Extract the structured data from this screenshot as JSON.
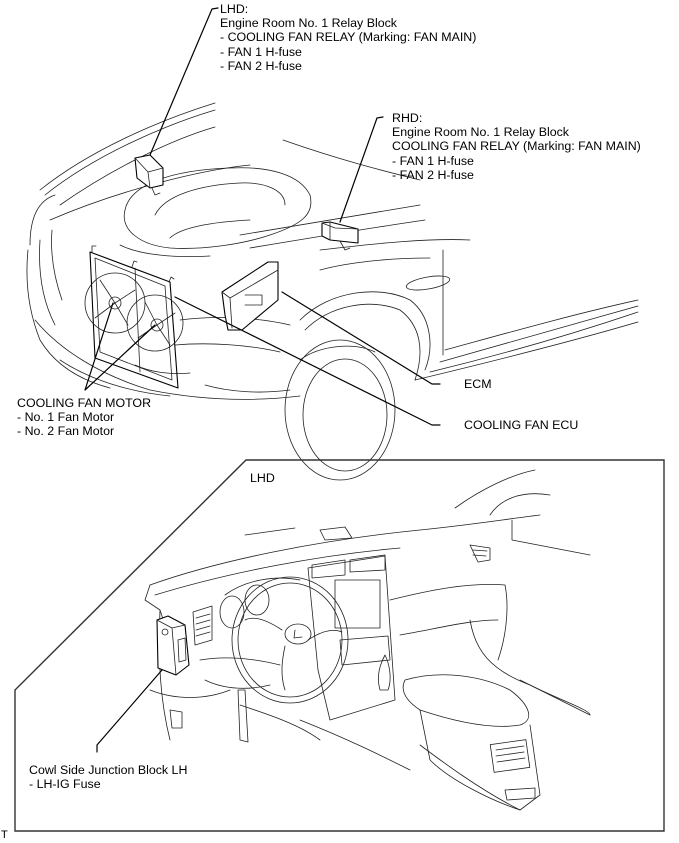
{
  "diagram": {
    "title": "Cooling Fan System Parts Location",
    "engine_room_view": {
      "callouts": {
        "lhd_relay_block": {
          "lines": [
            "LHD:",
            "Engine Room No. 1 Relay Block",
            "- COOLING FAN RELAY (Marking: FAN MAIN)",
            "- FAN 1 H-fuse",
            "- FAN 2 H-fuse"
          ]
        },
        "rhd_relay_block": {
          "lines": [
            "RHD:",
            "Engine Room No. 1 Relay Block",
            "COOLING FAN RELAY (Marking: FAN MAIN)",
            "- FAN 1 H-fuse",
            "- FAN 2 H-fuse"
          ]
        },
        "cooling_fan_motor": {
          "lines": [
            "COOLING FAN MOTOR",
            "- No. 1 Fan Motor",
            "- No. 2 Fan Motor"
          ]
        },
        "ecm": {
          "lines": [
            "ECM"
          ]
        },
        "cooling_fan_ecu": {
          "lines": [
            "COOLING FAN ECU"
          ]
        }
      }
    },
    "interior_view": {
      "panel_label": "LHD",
      "callouts": {
        "cowl_side_junction_block": {
          "lines": [
            "Cowl Side Junction Block LH",
            "- LH-IG Fuse"
          ]
        }
      }
    },
    "corner_mark": "T"
  }
}
